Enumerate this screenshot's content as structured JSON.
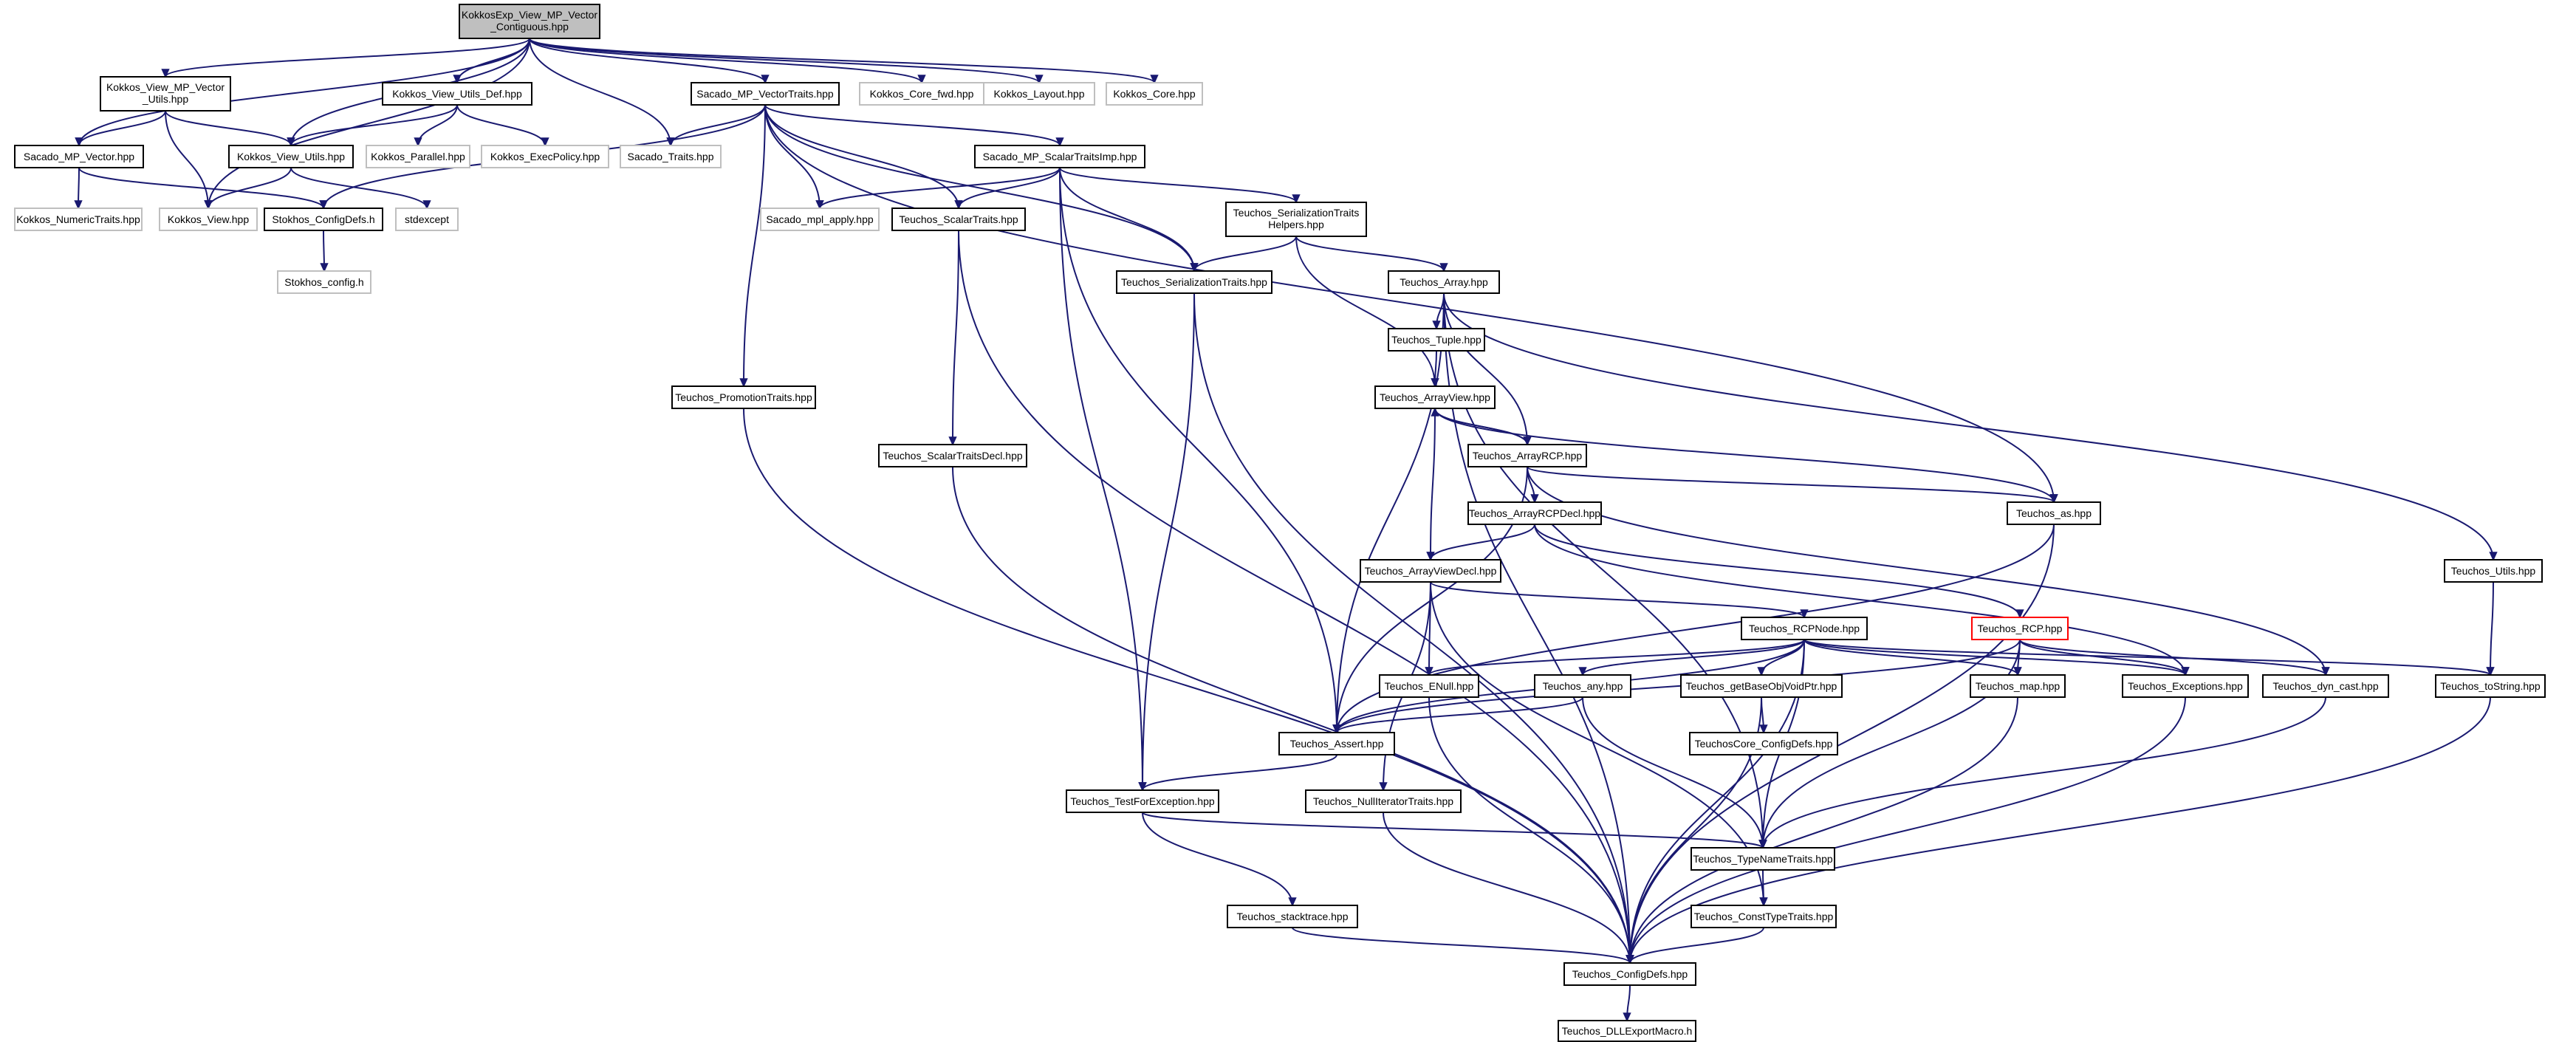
{
  "diagram": {
    "colors": {
      "edge": "#191970",
      "root_fill": "#bfbfbf",
      "internal_border": "#000000",
      "external_border": "#bfbfbf",
      "highlight_border": "#ff0000"
    },
    "nodes": {
      "root": [
        "KokkosExp_View_MP_Vector",
        "_Contiguous.hpp"
      ],
      "kvmpvu": [
        "Kokkos_View_MP_Vector",
        "_Utils.hpp"
      ],
      "kvud": [
        "Kokkos_View_Utils_Def.hpp"
      ],
      "smvt": [
        "Sacado_MP_VectorTraits.hpp"
      ],
      "kcf": [
        "Kokkos_Core_fwd.hpp"
      ],
      "kl": [
        "Kokkos_Layout.hpp"
      ],
      "kc": [
        "Kokkos_Core.hpp"
      ],
      "smv": [
        "Sacado_MP_Vector.hpp"
      ],
      "kvu": [
        "Kokkos_View_Utils.hpp"
      ],
      "kp": [
        "Kokkos_Parallel.hpp"
      ],
      "kep": [
        "Kokkos_ExecPolicy.hpp"
      ],
      "st": [
        "Sacado_Traits.hpp"
      ],
      "smsti": [
        "Sacado_MP_ScalarTraitsImp.hpp"
      ],
      "knt": [
        "Kokkos_NumericTraits.hpp"
      ],
      "kv": [
        "Kokkos_View.hpp"
      ],
      "scd": [
        "Stokhos_ConfigDefs.h"
      ],
      "stdex": [
        "stdexcept"
      ],
      "sma": [
        "Sacado_mpl_apply.hpp"
      ],
      "tsct": [
        "Teuchos_ScalarTraits.hpp"
      ],
      "tsth": [
        "Teuchos_SerializationTraits",
        "Helpers.hpp"
      ],
      "sc": [
        "Stokhos_config.h"
      ],
      "tst": [
        "Teuchos_SerializationTraits.hpp"
      ],
      "tarr": [
        "Teuchos_Array.hpp"
      ],
      "ttup": [
        "Teuchos_Tuple.hpp"
      ],
      "tav": [
        "Teuchos_ArrayView.hpp"
      ],
      "tpt": [
        "Teuchos_PromotionTraits.hpp"
      ],
      "tstd": [
        "Teuchos_ScalarTraitsDecl.hpp"
      ],
      "tarcp": [
        "Teuchos_ArrayRCP.hpp"
      ],
      "tarcpd": [
        "Teuchos_ArrayRCPDecl.hpp"
      ],
      "tas": [
        "Teuchos_as.hpp"
      ],
      "tavd": [
        "Teuchos_ArrayViewDecl.hpp"
      ],
      "tutils": [
        "Teuchos_Utils.hpp"
      ],
      "trcpn": [
        "Teuchos_RCPNode.hpp"
      ],
      "trcp": [
        "Teuchos_RCP.hpp"
      ],
      "tenull": [
        "Teuchos_ENull.hpp"
      ],
      "tany": [
        "Teuchos_any.hpp"
      ],
      "tgbovp": [
        "Teuchos_getBaseObjVoidPtr.hpp"
      ],
      "tmap": [
        "Teuchos_map.hpp"
      ],
      "texc": [
        "Teuchos_Exceptions.hpp"
      ],
      "tdyn": [
        "Teuchos_dyn_cast.hpp"
      ],
      "ttostr": [
        "Teuchos_toString.hpp"
      ],
      "tassert": [
        "Teuchos_Assert.hpp"
      ],
      "tccd": [
        "TeuchosCore_ConfigDefs.hpp"
      ],
      "ttfe": [
        "Teuchos_TestForException.hpp"
      ],
      "tnit": [
        "Teuchos_NullIteratorTraits.hpp"
      ],
      "ttnt": [
        "Teuchos_TypeNameTraits.hpp"
      ],
      "tctt": [
        "Teuchos_ConstTypeTraits.hpp"
      ],
      "tstack": [
        "Teuchos_stacktrace.hpp"
      ],
      "tcd": [
        "Teuchos_ConfigDefs.hpp"
      ],
      "tdll": [
        "Teuchos_DLLExportMacro.h"
      ]
    }
  }
}
